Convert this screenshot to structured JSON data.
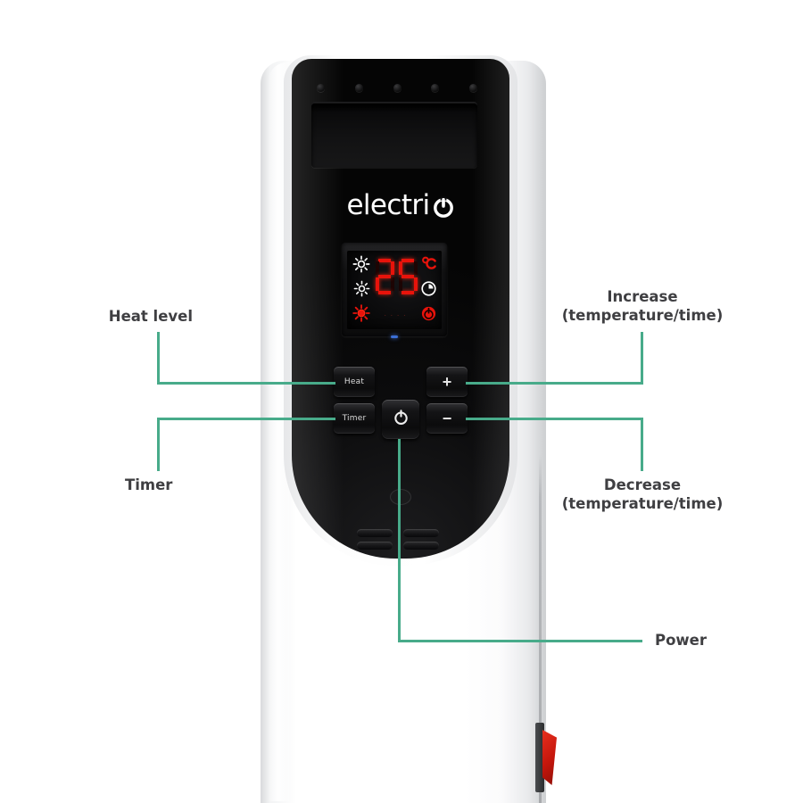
{
  "product": {
    "brand": "electriQ",
    "brand_main": "electri",
    "brand_mark": "Q",
    "fascia_color": "#0b0b0c",
    "body_color": "#ffffff",
    "accent_color": "#48ab8a",
    "label_color": "#3f3f42"
  },
  "display": {
    "value": "25",
    "digit_color": "#e8130b",
    "footer_marks": "....",
    "left_icons": [
      {
        "name": "sun-low-icon",
        "glyph": "sun",
        "color": "#ffffff"
      },
      {
        "name": "sun-medium-icon",
        "glyph": "sun",
        "color": "#ffffff"
      },
      {
        "name": "sun-high-icon",
        "glyph": "sun",
        "color": "#e8130b"
      }
    ],
    "right_icons": [
      {
        "name": "celsius-icon",
        "glyph": "°C",
        "color": "#e8130b"
      },
      {
        "name": "clock-icon",
        "glyph": "clock",
        "color": "#ffffff"
      },
      {
        "name": "power-indicator-icon",
        "glyph": "power",
        "color": "#e8130b"
      }
    ]
  },
  "buttons": {
    "heat": "Heat",
    "timer": "Timer",
    "plus": "+",
    "minus": "−",
    "power": "power-symbol"
  },
  "callouts": [
    {
      "id": "heat-level",
      "label": "Heat level",
      "lines": [
        "Heat level"
      ],
      "side": "left",
      "target": "heat-button"
    },
    {
      "id": "timer",
      "label": "Timer",
      "lines": [
        "Timer"
      ],
      "side": "left",
      "target": "timer-button"
    },
    {
      "id": "increase",
      "label": "Increase (temperature/time)",
      "lines": [
        "Increase",
        "(temperature/time)"
      ],
      "side": "right",
      "target": "plus-button"
    },
    {
      "id": "decrease",
      "label": "Decrease (temperature/time)",
      "lines": [
        "Decrease",
        "(temperature/time)"
      ],
      "side": "right",
      "target": "minus-button"
    },
    {
      "id": "power",
      "label": "Power",
      "lines": [
        "Power"
      ],
      "side": "right",
      "target": "power-button"
    }
  ],
  "callout_text": {
    "heat_level": "Heat level",
    "timer": "Timer",
    "increase_l1": "Increase",
    "increase_l2": "(temperature/time)",
    "decrease_l1": "Decrease",
    "decrease_l2": "(temperature/time)",
    "power": "Power"
  }
}
